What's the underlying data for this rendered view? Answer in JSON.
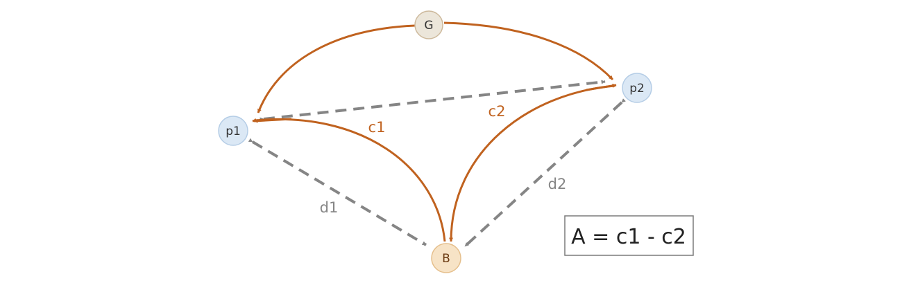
{
  "nodes": {
    "G": "G",
    "p1": "p1",
    "p2": "p2",
    "B": "B"
  },
  "edge_labels": {
    "c1": "c1",
    "c2": "c2",
    "d1": "d1",
    "d2": "d2"
  },
  "formula": "A = c1 - c2",
  "colors": {
    "solid_edge": "#c0621f",
    "dashed_edge": "#858585",
    "node_blue_fill": "#dbe8f5",
    "node_blue_stroke": "#b5cde6",
    "node_gray_fill": "#ece6da",
    "node_gray_stroke": "#cdb99c",
    "node_orange_fill": "#f7e3c6",
    "node_orange_stroke": "#e5bf8c"
  }
}
